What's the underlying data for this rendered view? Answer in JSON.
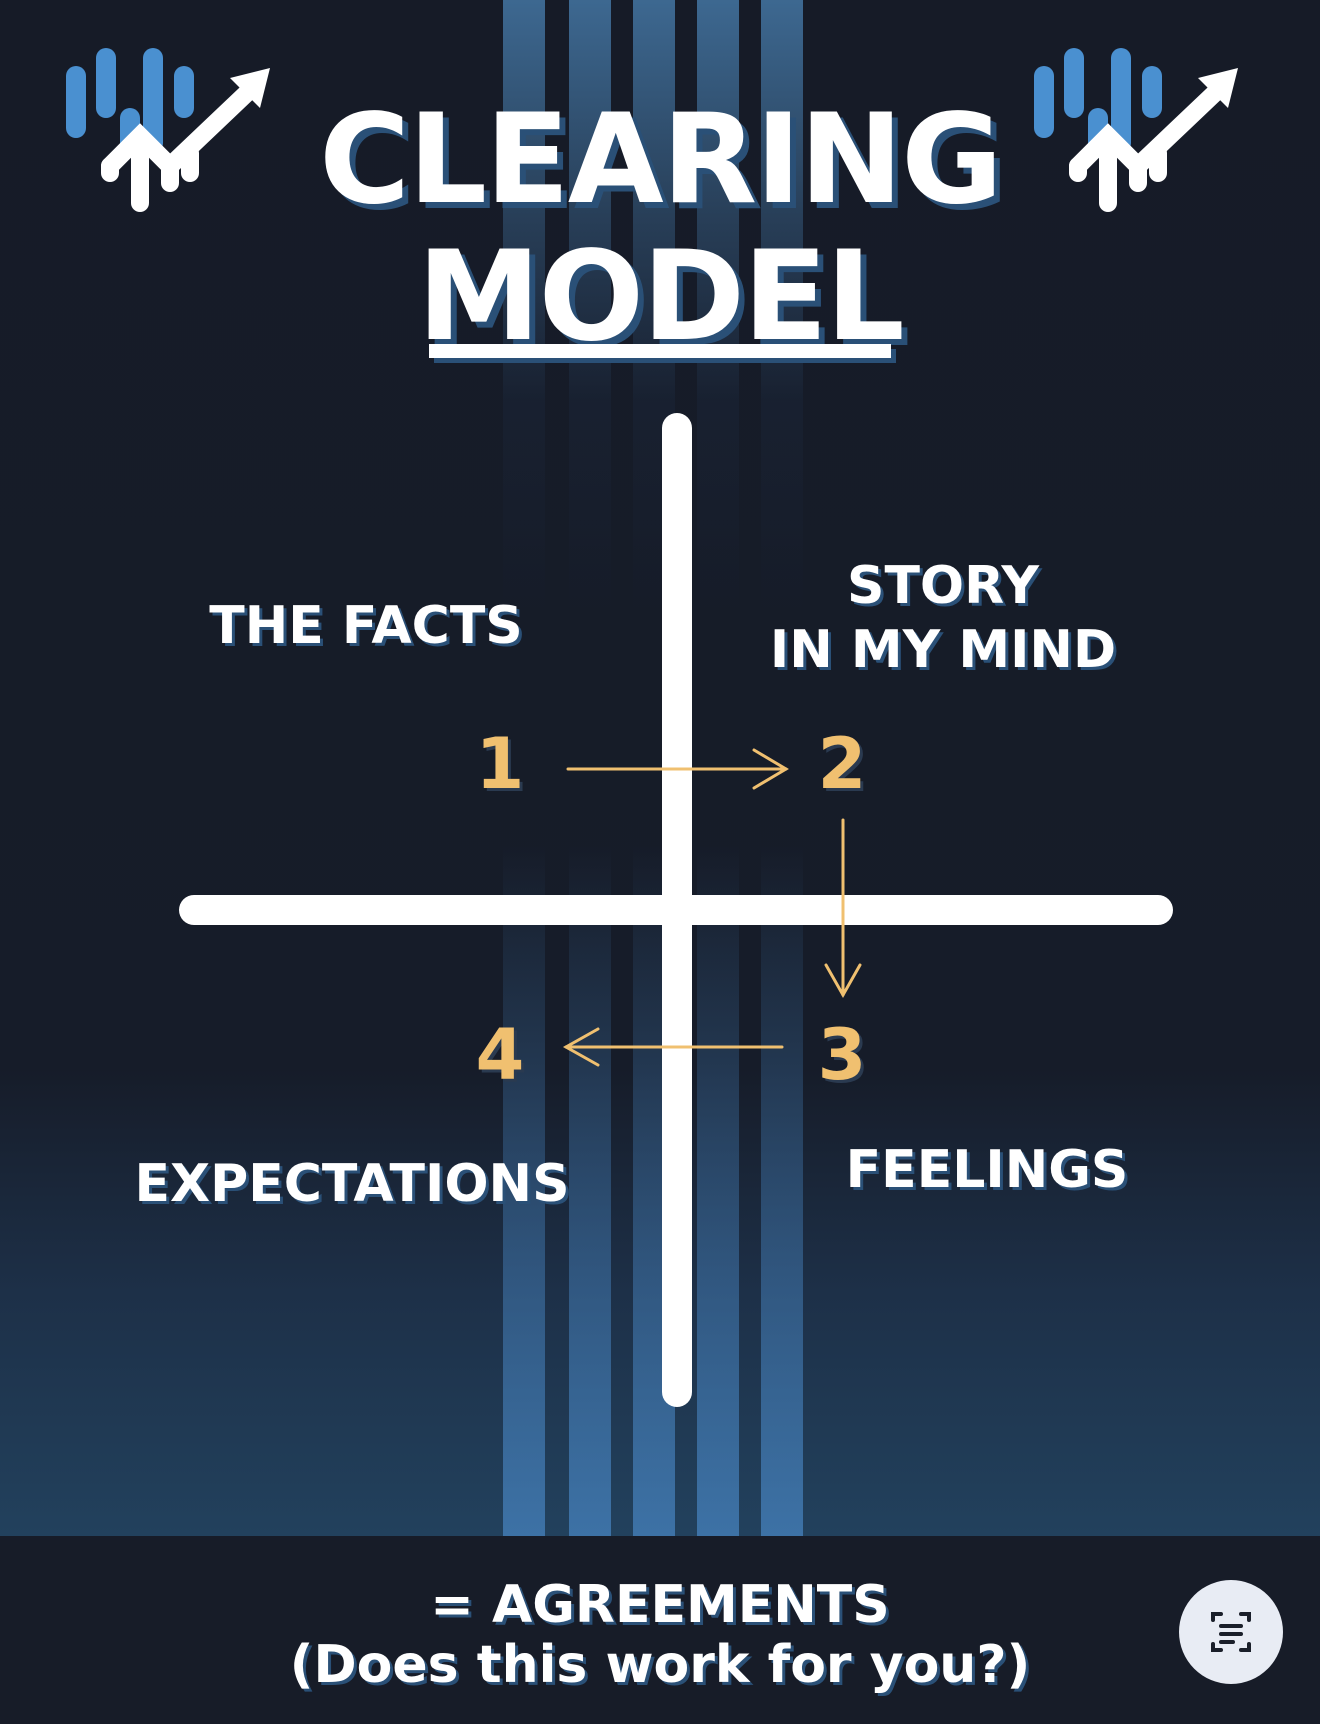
{
  "title": {
    "line1": "CLEARING",
    "line2": "MODEL"
  },
  "quadrants": {
    "top_left": "THE FACTS",
    "top_right_line1": "STORY",
    "top_right_line2": "IN MY MIND",
    "bottom_left": "EXPECTATIONS",
    "bottom_right": "FEELINGS"
  },
  "steps": [
    "1",
    "2",
    "3",
    "4"
  ],
  "footer": {
    "line1": "= AGREEMENTS",
    "line2": "(Does this work for you?)"
  },
  "icons": {
    "logo": "bar-chart-arrow-icon",
    "scan": "text-scan-icon"
  },
  "colors": {
    "background": "#161c29",
    "accent_gold": "#f0c070",
    "accent_blue": "#4a90d0",
    "band": "#171c28"
  }
}
